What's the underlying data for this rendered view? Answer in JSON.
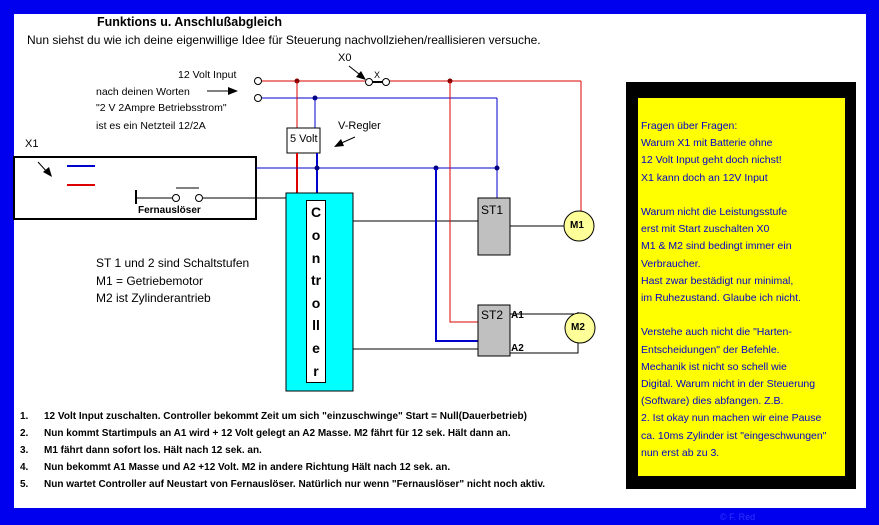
{
  "title": "Funktions u. Anschlußabgleich",
  "subtitle": "Nun siehst du wie ich deine eigenwillige Idee für Steuerung nachvollziehen/reallisieren versuche.",
  "input_notes": {
    "line1": "12 Volt Input",
    "line2": "nach deinen Worten",
    "line3": "\"2 V   2Ampre Betriebsstrom\"",
    "line4": "ist es ein Netzteil 12/2A"
  },
  "diagram": {
    "x0_label": "X0",
    "x_label": "X",
    "x1_label": "X1",
    "five_volt": "5 Volt",
    "v_regler": "V-Regler",
    "fernausloeser": "Fernauslöser",
    "controller_letters": [
      "C",
      "o",
      "n",
      "tr",
      "o",
      "ll",
      "e",
      "r"
    ],
    "st1": "ST1",
    "st2": "ST2",
    "m1": "M1",
    "m2": "M2",
    "a1": "A1",
    "a2": "A2",
    "colors": {
      "plus": "#dd0000",
      "ground": "#0000cc",
      "controller": "#00ffff",
      "stage": "#c0c0c0",
      "motor": "#ffff99"
    }
  },
  "legend": [
    "ST 1 und 2 sind Schaltstufen",
    "M1 = Getriebemotor",
    "M2 ist Zylinderantrieb"
  ],
  "steps": [
    {
      "n": "1.",
      "text": "12 Volt Input zuschalten. Controller bekommt Zeit um sich \"einzuschwinge\" Start = Null(Dauerbetrieb)"
    },
    {
      "n": "2.",
      "text": "Nun kommt Startimpuls an A1 wird  + 12 Volt gelegt an A2 Masse.     M2 fährt für 12 sek. Hält dann an."
    },
    {
      "n": "3.",
      "text": "M1 fährt dann sofort los. Hält nach 12 sek. an."
    },
    {
      "n": "4.",
      "text": "Nun bekommt A1 Masse und A2 +12 Volt. M2 in andere Richtung Hält nach 12 sek. an."
    },
    {
      "n": "5.",
      "text": "Nun wartet Controller auf Neustart von Fernauslöser. Natürlich nur wenn \"Fernauslöser\" nicht noch aktiv."
    }
  ],
  "questions": [
    "Fragen über Fragen:",
    "Warum X1 mit Batterie ohne",
    "12 Volt Input geht doch nichst!",
    "X1 kann doch an 12V Input",
    "",
    "Warum nicht die Leistungsstufe",
    "erst mit Start zuschalten X0",
    "M1 & M2 sind bedingt immer ein",
    "Verbraucher.",
    "Hast zwar bestädigt nur minimal,",
    "im Ruhezustand. Glaube ich nicht.",
    "",
    "Verstehe auch nicht die \"Harten-",
    "Entscheidungen\" der Befehle.",
    "Mechanik ist nicht so schell wie",
    "Digital. Warum nicht in der Steuerung",
    "(Software) dies abfangen. Z.B.",
    "2. Ist okay nun machen wir eine Pause",
    "ca. 10ms Zylinder ist \"eingeschwungen\"",
    "nun erst ab zu 3."
  ],
  "copyright": "© F. Red"
}
